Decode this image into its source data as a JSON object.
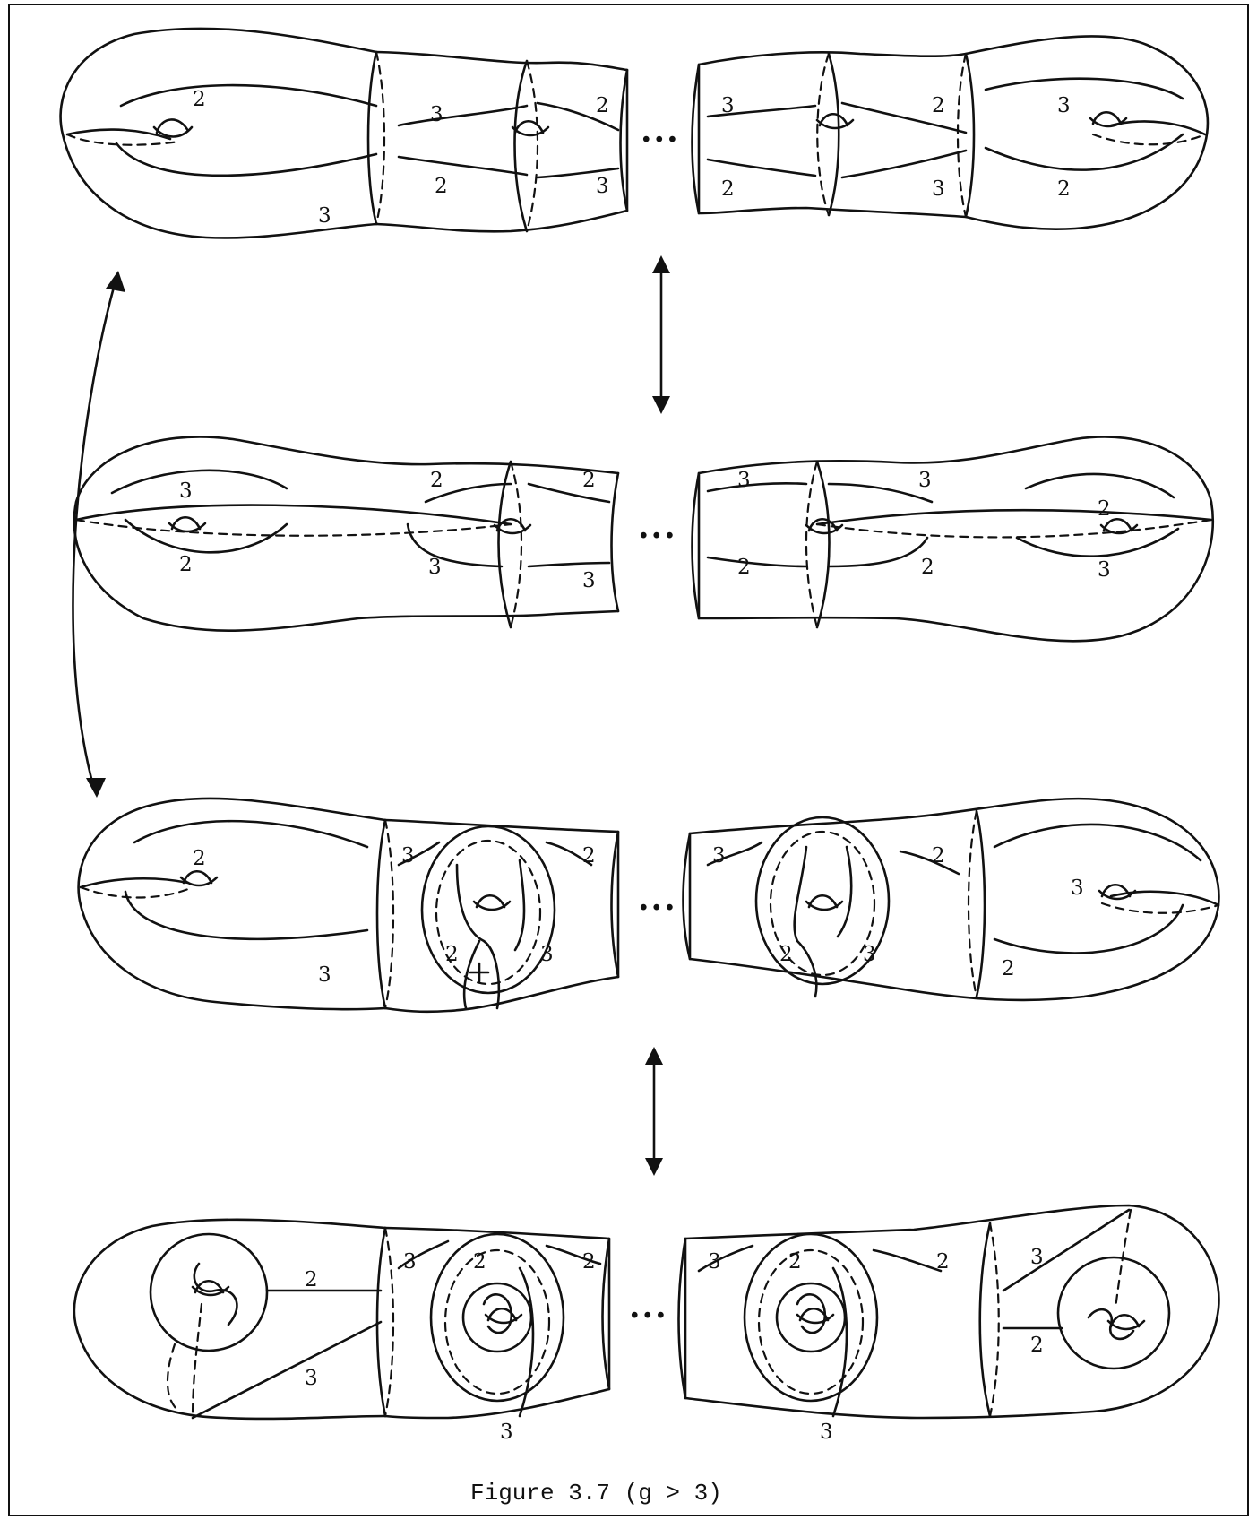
{
  "figure": {
    "caption": "Figure 3.7 (g > 3)",
    "ellipsis": "...",
    "rows": [
      {
        "left_labels": [
          "2",
          "3",
          "3",
          "2",
          "2",
          "3"
        ],
        "right_labels": [
          "3",
          "2",
          "2",
          "3",
          "3",
          "2"
        ]
      },
      {
        "left_labels": [
          "3",
          "2",
          "2",
          "2",
          "3",
          "3"
        ],
        "right_labels": [
          "3",
          "3",
          "2",
          "2",
          "2",
          "3"
        ]
      },
      {
        "left_labels": [
          "2",
          "3",
          "3",
          "2",
          "2",
          "3"
        ],
        "right_labels": [
          "3",
          "2",
          "2",
          "3",
          "3",
          "2"
        ]
      },
      {
        "left_labels": [
          "2",
          "3",
          "3",
          "2",
          "2",
          "3"
        ],
        "right_labels": [
          "3",
          "2",
          "2",
          "3",
          "3",
          "2"
        ]
      }
    ]
  }
}
